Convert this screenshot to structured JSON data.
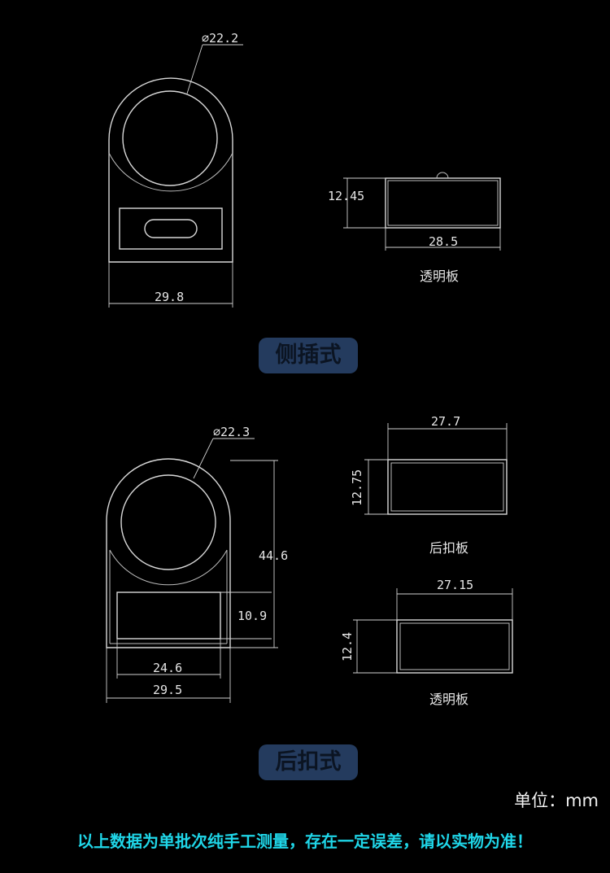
{
  "side_insert": {
    "diameter_label": "⌀22.2",
    "width_label": "29.8",
    "panel_height_label": "12.45",
    "panel_width_label": "28.5",
    "panel_caption": "透明板",
    "title": "侧插式"
  },
  "rear_clip": {
    "diameter_label": "⌀22.3",
    "height_label": "44.6",
    "window_height_label": "10.9",
    "window_width_label": "24.6",
    "width_label": "29.5",
    "back_plate_width_label": "27.7",
    "back_plate_height_label": "12.75",
    "back_plate_caption": "后扣板",
    "clear_plate_width_label": "27.15",
    "clear_plate_height_label": "12.4",
    "clear_plate_caption": "透明板",
    "title": "后扣式"
  },
  "footer": {
    "unit": "单位：mm",
    "notice": "以上数据为单批次纯手工测量，存在一定误差，请以实物为准！"
  },
  "colors": {
    "background": "#000000",
    "line": "#d8d8d8",
    "badge_bg": "#243b5e",
    "notice_text": "#1fd6e8"
  }
}
